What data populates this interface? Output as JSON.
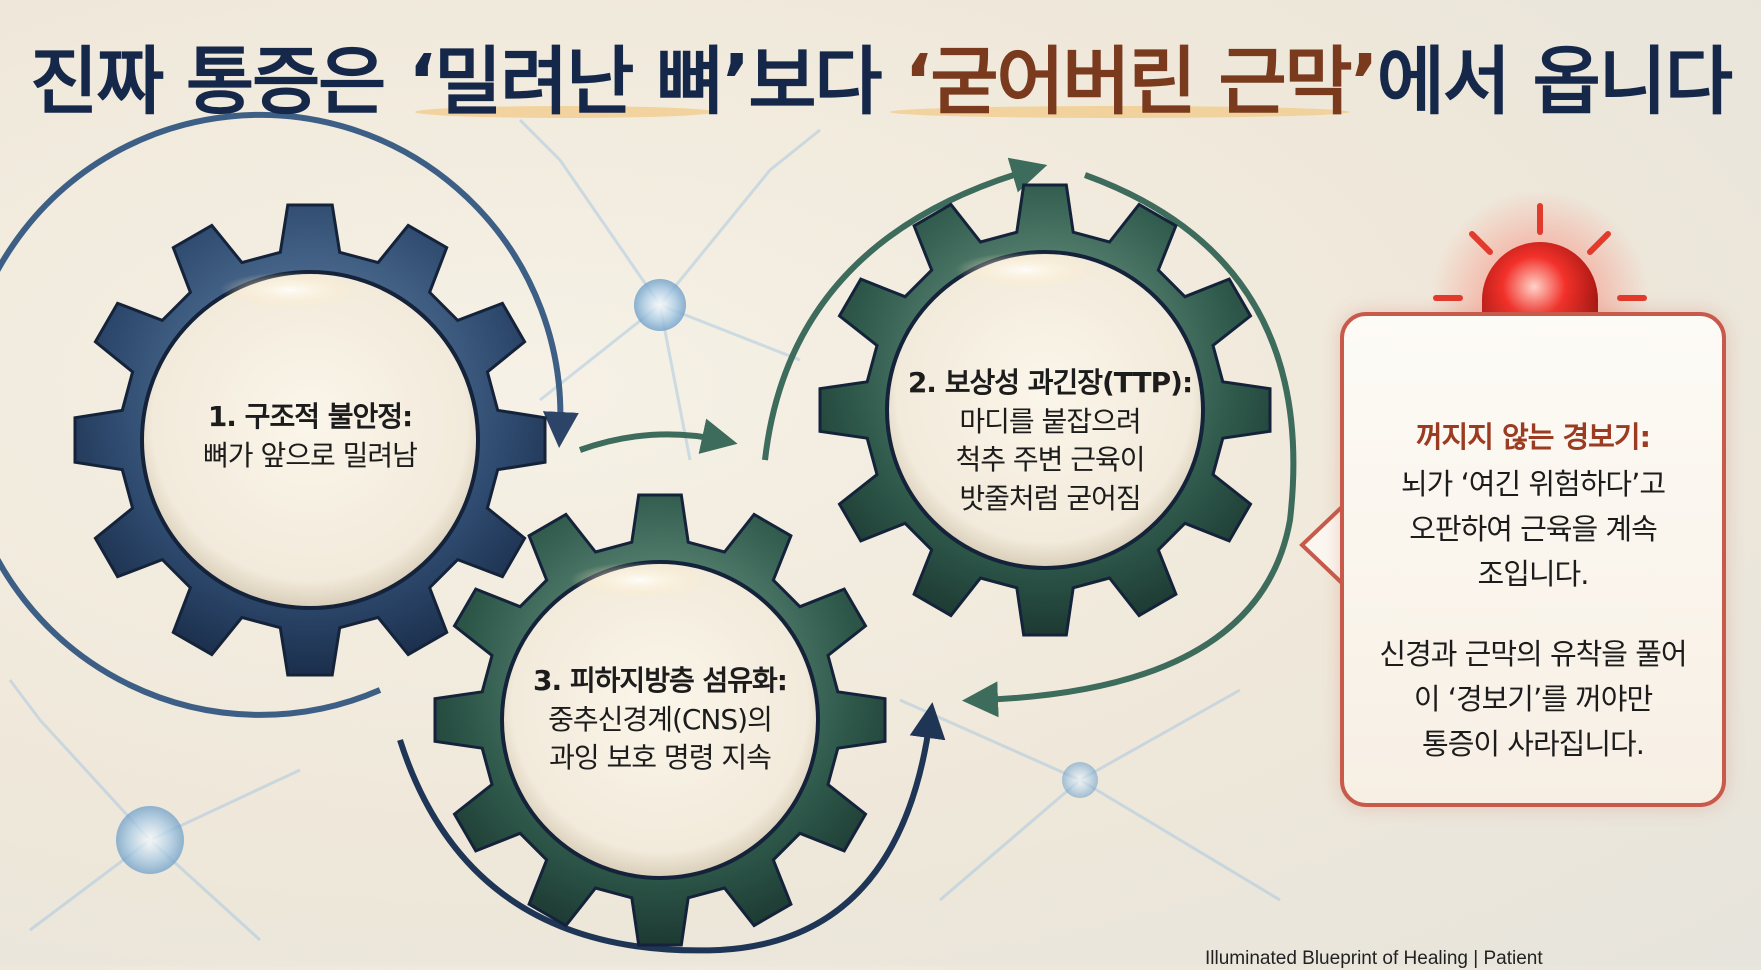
{
  "title": {
    "part1": "진짜 통증은 ",
    "highlight1": "‘밀려난 뼈’",
    "part2": "보다 ",
    "highlight2": "‘굳어버린 근막’",
    "part3": "에서 옵니다"
  },
  "gears": [
    {
      "head": "1. 구조적 불안정:",
      "lines": [
        "뼈가 앞으로 밀려남"
      ],
      "color": "#2f4b70"
    },
    {
      "head": "2. 보상성 과긴장(TTP):",
      "lines": [
        "마디를 붙잡으려",
        "척추 주변 근육이",
        "밧줄처럼 굳어짐"
      ],
      "color": "#2f5a4c"
    },
    {
      "head": "3. 피하지방층 섬유화:",
      "lines": [
        "중추신경계(CNS)의",
        "과잉 보호 명령 지속"
      ],
      "color": "#2f5a4c"
    }
  ],
  "callout": {
    "title": "꺼지지 않는 경보기:",
    "lines1": [
      "뇌가 ‘여긴 위험하다’고",
      "오판하여 근육을 계속",
      "조입니다."
    ],
    "lines2": [
      "신경과 근막의 유착을 풀어",
      "이 ‘경보기’를 꺼야만",
      "통증이 사라집니다."
    ],
    "border_color": "#c75a4a",
    "siren_icon": "siren-icon"
  },
  "footer": {
    "text": "Illuminated Blueprint of Healing | Patient"
  }
}
